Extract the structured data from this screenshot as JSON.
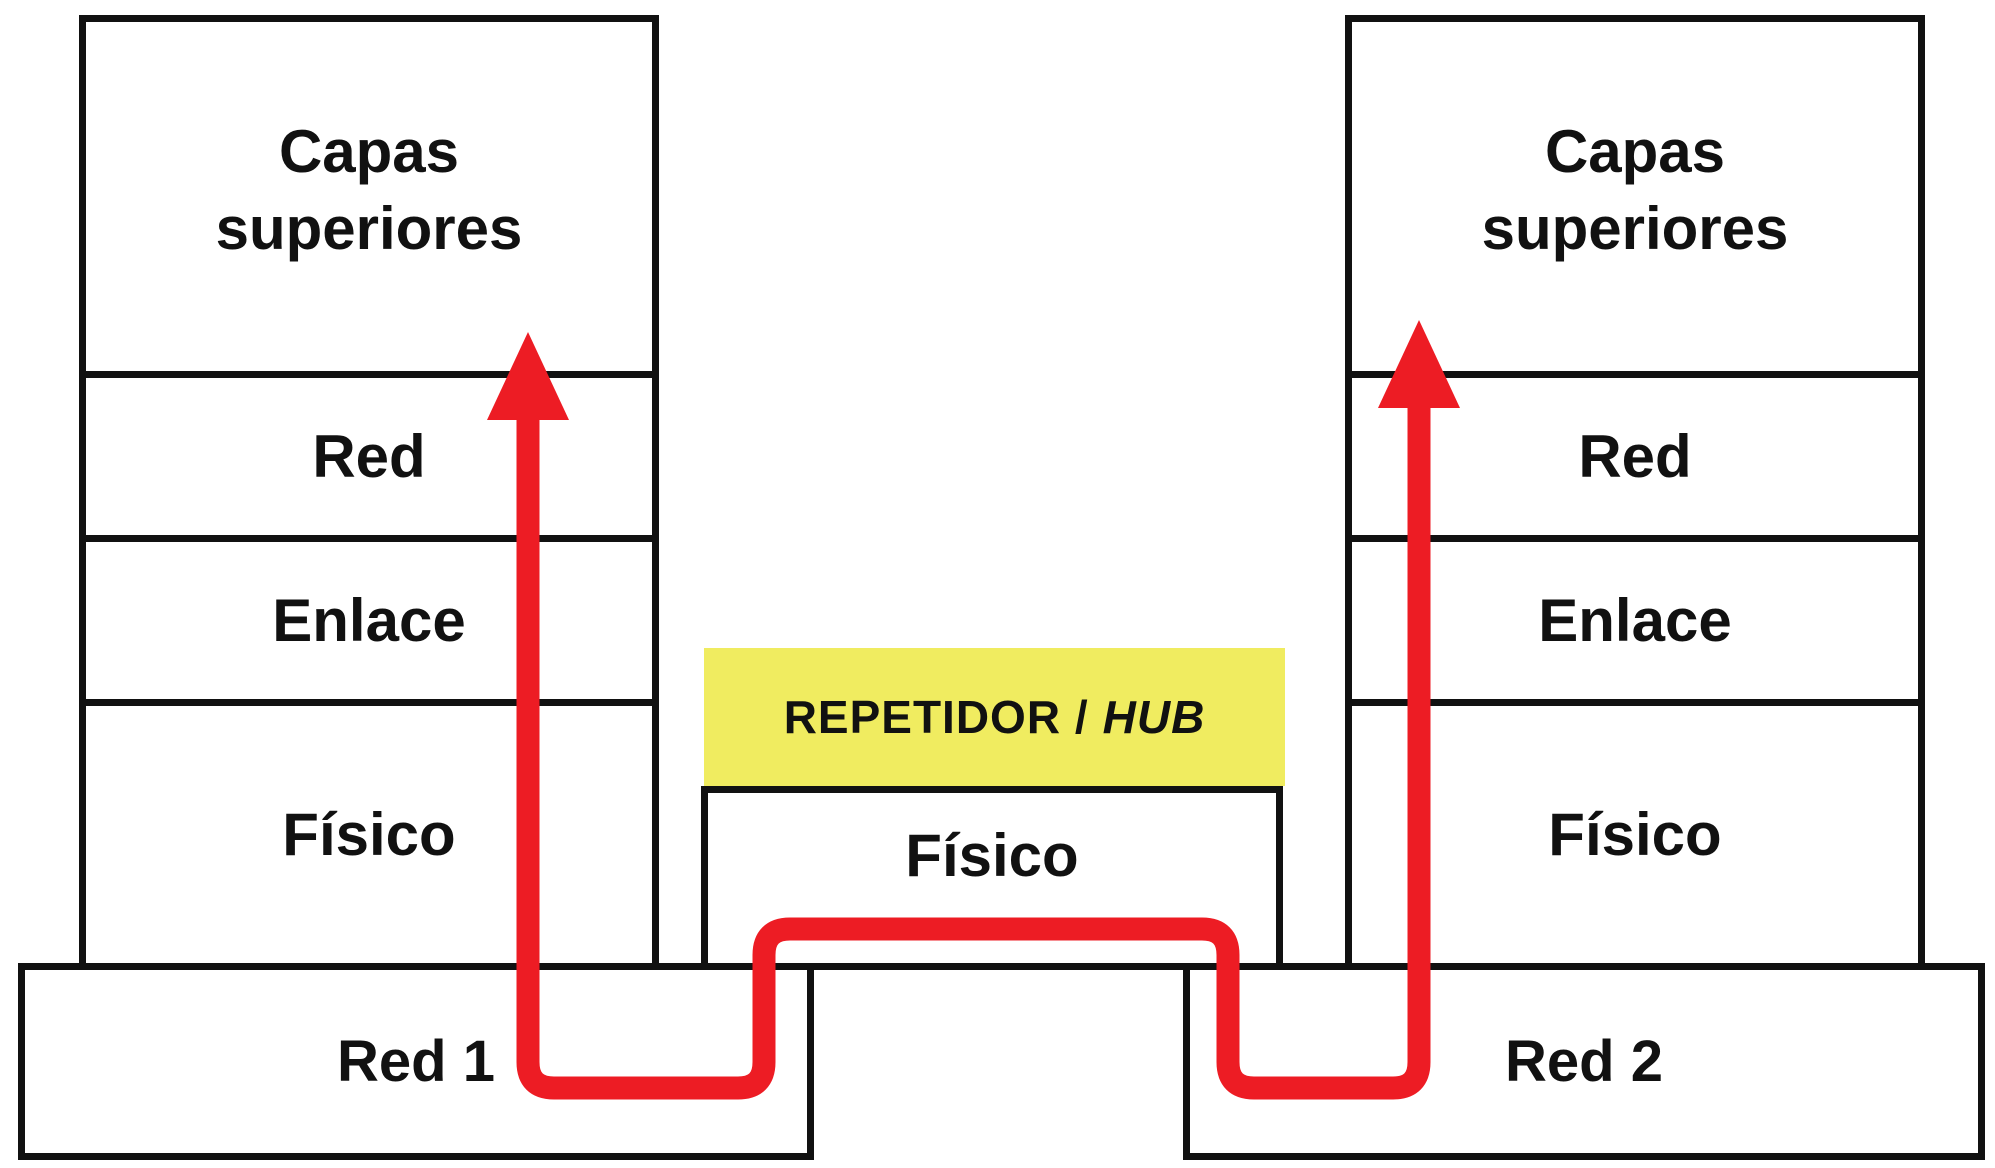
{
  "colors": {
    "arrow_red": "#ed1c24",
    "highlight_yellow": "#f0ec60",
    "line_black": "#111111",
    "text_black": "#111111"
  },
  "left_stack": {
    "upper_layers": "Capas superiores",
    "layers": [
      "Red",
      "Enlace",
      "Físico"
    ]
  },
  "right_stack": {
    "upper_layers": "Capas superiores",
    "layers": [
      "Red",
      "Enlace",
      "Físico"
    ]
  },
  "repeater": {
    "label_prefix": "REPETIDOR /",
    "label_italic": "HUB",
    "layer": "Físico"
  },
  "networks": {
    "left": "Red 1",
    "right": "Red 2"
  }
}
